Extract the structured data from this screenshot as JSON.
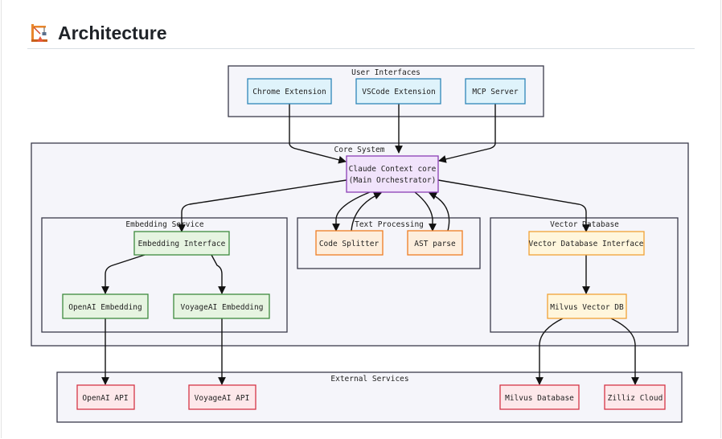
{
  "section": {
    "title": "Architecture",
    "icon": "construction-crane-icon"
  },
  "diagram": {
    "groups": {
      "user_interfaces": "User Interfaces",
      "core_system": "Core System",
      "embedding_service": "Embedding Service",
      "text_processing": "Text Processing",
      "vector_database": "Vector Database",
      "external_services": "External Services"
    },
    "nodes": {
      "chrome_extension": "Chrome Extension",
      "vscode_extension": "VSCode Extension",
      "mcp_server": "MCP Server",
      "claude_context_core": [
        "Claude Context core",
        "(Main Orchestrator)"
      ],
      "embedding_interface": "Embedding Interface",
      "openai_embedding": "OpenAI Embedding",
      "voyageai_embedding": "VoyageAI Embedding",
      "code_splitter": "Code Splitter",
      "ast_parse": "AST parse",
      "vector_database_interface": "Vector Database Interface",
      "milvus_vector_db": "Milvus Vector DB",
      "openai_api": "OpenAI API",
      "voyageai_api": "VoyageAI API",
      "milvus_database": "Milvus Database",
      "zilliz_cloud": "Zilliz Cloud"
    },
    "colors": {
      "interface_fill": "#dff3fb",
      "interface_stroke": "#2f86b8",
      "core_fill": "#f1e3fb",
      "core_stroke": "#8a3fb5",
      "embedding_fill": "#e6f4e1",
      "embedding_stroke": "#3e8a3e",
      "text_fill": "#fdeedd",
      "text_stroke": "#ef7d22",
      "vector_fill": "#fff6dc",
      "vector_stroke": "#f0a236",
      "external_fill": "#fde8ea",
      "external_stroke": "#d53546",
      "group_fill": "#f5f5fa",
      "group_stroke": "#3a3a4a"
    },
    "edges": [
      [
        "chrome_extension",
        "claude_context_core"
      ],
      [
        "vscode_extension",
        "claude_context_core"
      ],
      [
        "mcp_server",
        "claude_context_core"
      ],
      [
        "claude_context_core",
        "embedding_interface"
      ],
      [
        "claude_context_core",
        "code_splitter"
      ],
      [
        "code_splitter",
        "claude_context_core"
      ],
      [
        "claude_context_core",
        "ast_parse"
      ],
      [
        "ast_parse",
        "claude_context_core"
      ],
      [
        "claude_context_core",
        "vector_database_interface"
      ],
      [
        "embedding_interface",
        "openai_embedding"
      ],
      [
        "embedding_interface",
        "voyageai_embedding"
      ],
      [
        "vector_database_interface",
        "milvus_vector_db"
      ],
      [
        "openai_embedding",
        "openai_api"
      ],
      [
        "voyageai_embedding",
        "voyageai_api"
      ],
      [
        "milvus_vector_db",
        "milvus_database"
      ],
      [
        "milvus_vector_db",
        "zilliz_cloud"
      ]
    ]
  }
}
